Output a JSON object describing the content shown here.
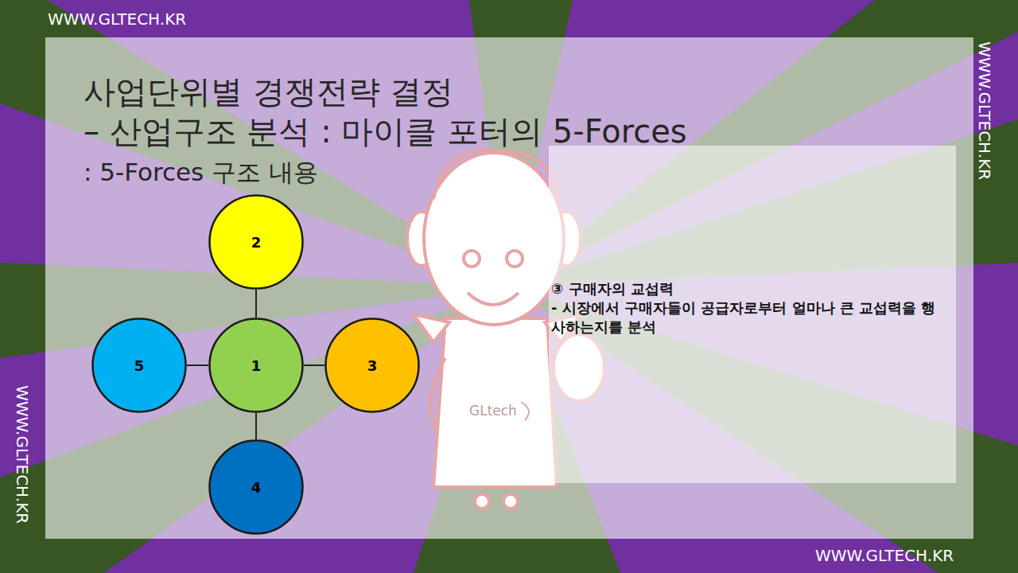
{
  "diagram": {
    "title": "사업단위별 경쟁전략 결정",
    "nodes": [
      {
        "text": [
          "2"
        ]
      },
      {
        "text": [
          "5"
        ]
      },
      {
        "text": [
          "1"
        ]
      },
      {
        "text": [
          "3"
        ]
      },
      {
        "text": [
          "4"
        ]
      },
      {
        "text": [
          "③ 구매자의 교섭력",
          "- 시장에서 구매자들이 공급자로부터 얼마나 큰 교섭력을 행사하는지를 분석"
        ]
      }
    ],
    "edges": [
      {
        "from": 2,
        "to": 0,
        "arrow": "none"
      },
      {
        "from": 2,
        "to": 1,
        "arrow": "none"
      },
      {
        "from": 2,
        "to": 3,
        "arrow": "none"
      },
      {
        "from": 2,
        "to": 4,
        "arrow": "none"
      }
    ],
    "labels": [
      "– 산업구조 분석 : 마이클 포터의 5-Forces",
      ": 5-Forces 구조 내용",
      "WWW.GLTECH.KR",
      "WWW.GLTECH.KR",
      "WWW.GLTECH.KR",
      "WWW.GLTECH.KR",
      "GLtech"
    ]
  }
}
